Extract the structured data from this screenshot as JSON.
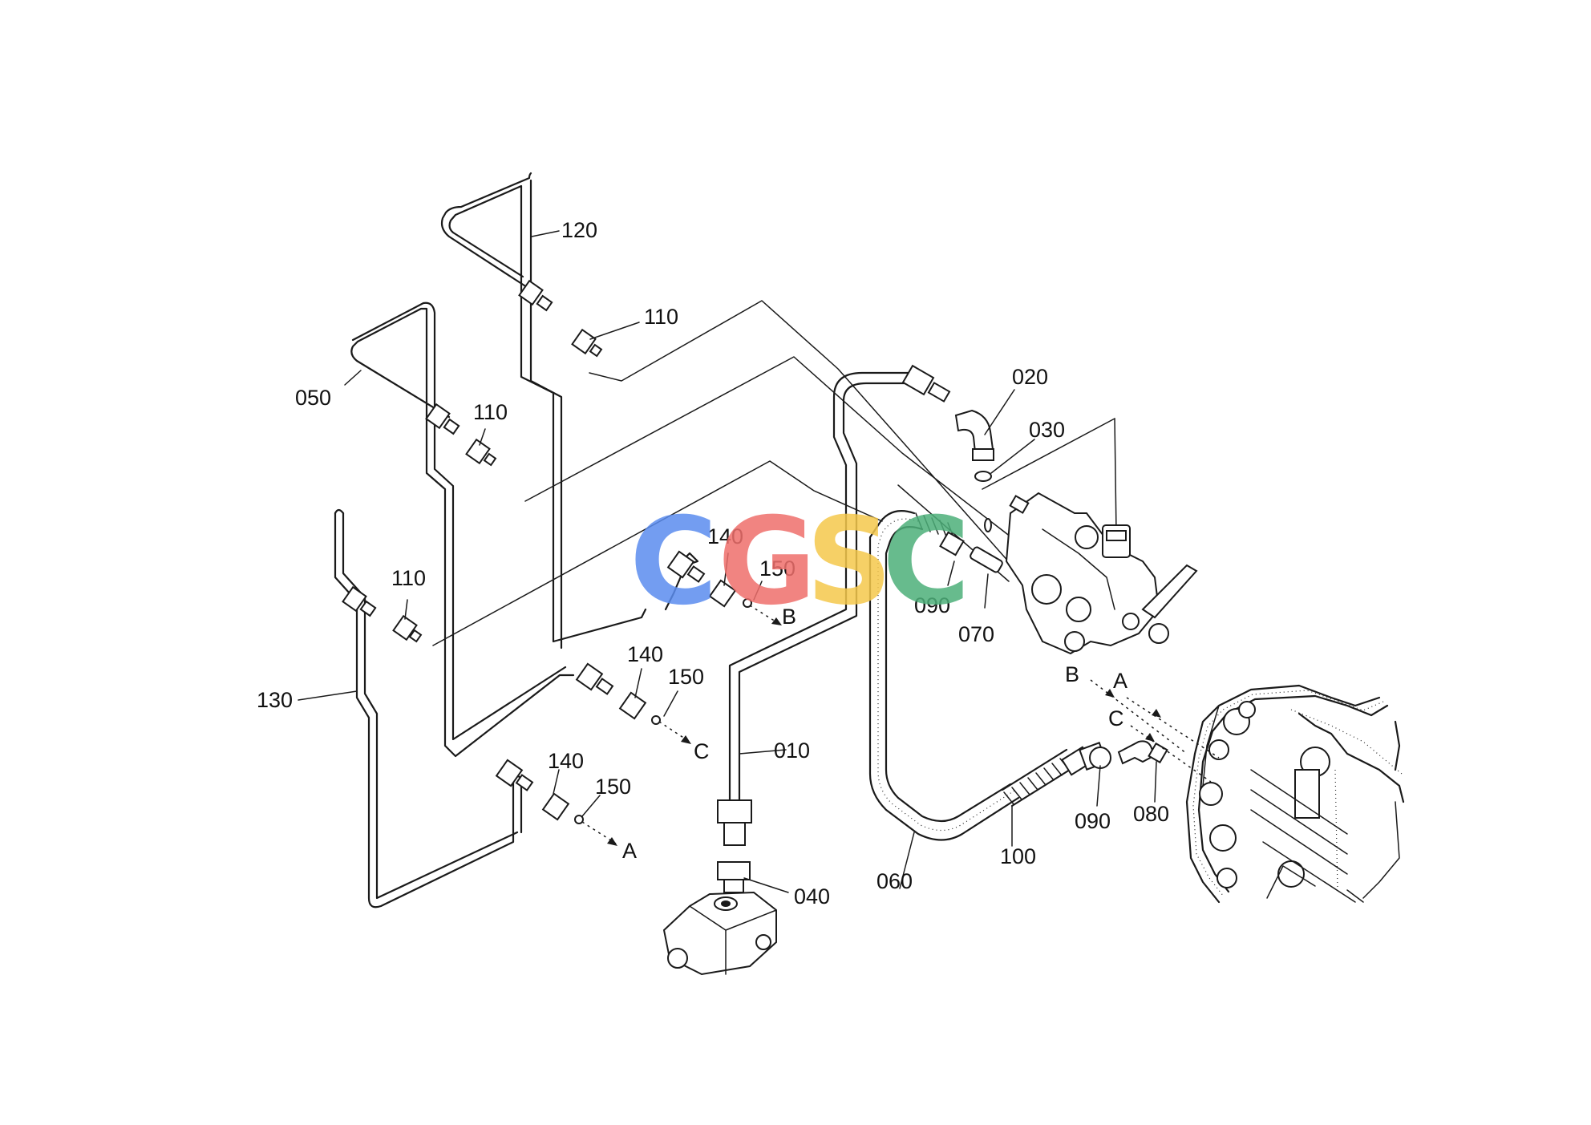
{
  "watermark": {
    "letters": [
      {
        "char": "C",
        "color": "#5b8def"
      },
      {
        "char": "G",
        "color": "#ef6f6c"
      },
      {
        "char": "S",
        "color": "#f5c84c"
      },
      {
        "char": "C",
        "color": "#4db07a"
      }
    ]
  },
  "labels": {
    "p120": "120",
    "p110_top": "110",
    "p050": "050",
    "p110_mid": "110",
    "p110_left": "110",
    "p130": "130",
    "p140_a": "140",
    "p150_a": "150",
    "p140_b": "140",
    "p150_b": "150",
    "p140_c": "140",
    "p150_c": "150",
    "p010": "010",
    "p040": "040",
    "p020": "020",
    "p030": "030",
    "p090_top": "090",
    "p070": "070",
    "p060": "060",
    "p100": "100",
    "p090_bottom": "090",
    "p080": "080"
  },
  "port_letters": {
    "b_left": "B",
    "c_left": "C",
    "a_left": "A",
    "b_right": "B",
    "a_right": "A",
    "c_right": "C"
  }
}
